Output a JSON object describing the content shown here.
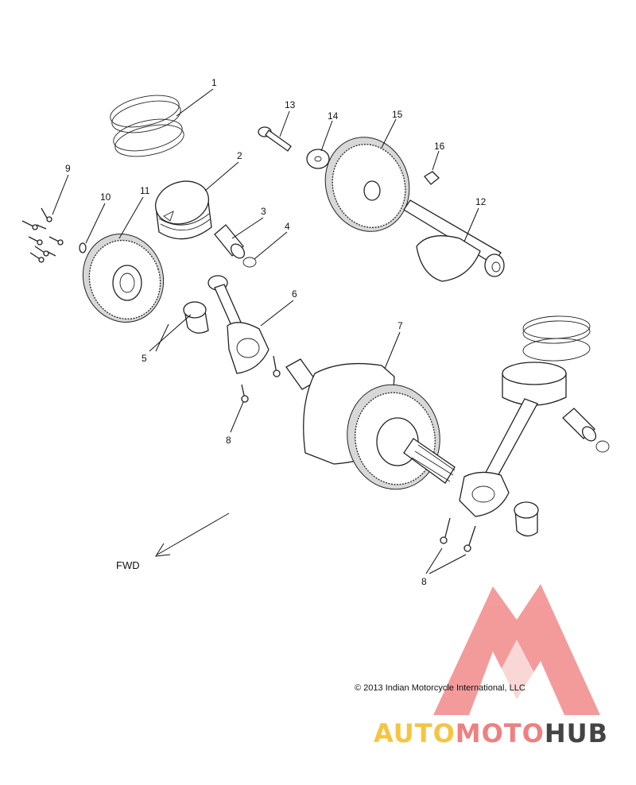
{
  "diagram": {
    "callouts": [
      {
        "id": "1",
        "text": "1"
      },
      {
        "id": "2",
        "text": "2"
      },
      {
        "id": "3",
        "text": "3"
      },
      {
        "id": "4",
        "text": "4"
      },
      {
        "id": "5",
        "text": "5"
      },
      {
        "id": "6",
        "text": "6"
      },
      {
        "id": "7",
        "text": "7"
      },
      {
        "id": "8a",
        "text": "8"
      },
      {
        "id": "8b",
        "text": "8"
      },
      {
        "id": "9",
        "text": "9"
      },
      {
        "id": "10",
        "text": "10"
      },
      {
        "id": "11",
        "text": "11"
      },
      {
        "id": "12",
        "text": "12"
      },
      {
        "id": "13",
        "text": "13"
      },
      {
        "id": "14",
        "text": "14"
      },
      {
        "id": "15",
        "text": "15"
      },
      {
        "id": "16",
        "text": "16"
      }
    ],
    "direction_label": "FWD",
    "copyright": "© 2013 Indian Motorcycle International, LLC"
  },
  "watermark": {
    "text": "AUTOMOTOHUB",
    "part1": "AUTO",
    "part2": "MOTO",
    "part3": "HUB",
    "colors": {
      "logo": "#f07a7a",
      "auto": "#f5c542",
      "moto": "#ef8080",
      "hub": "#444444"
    }
  }
}
